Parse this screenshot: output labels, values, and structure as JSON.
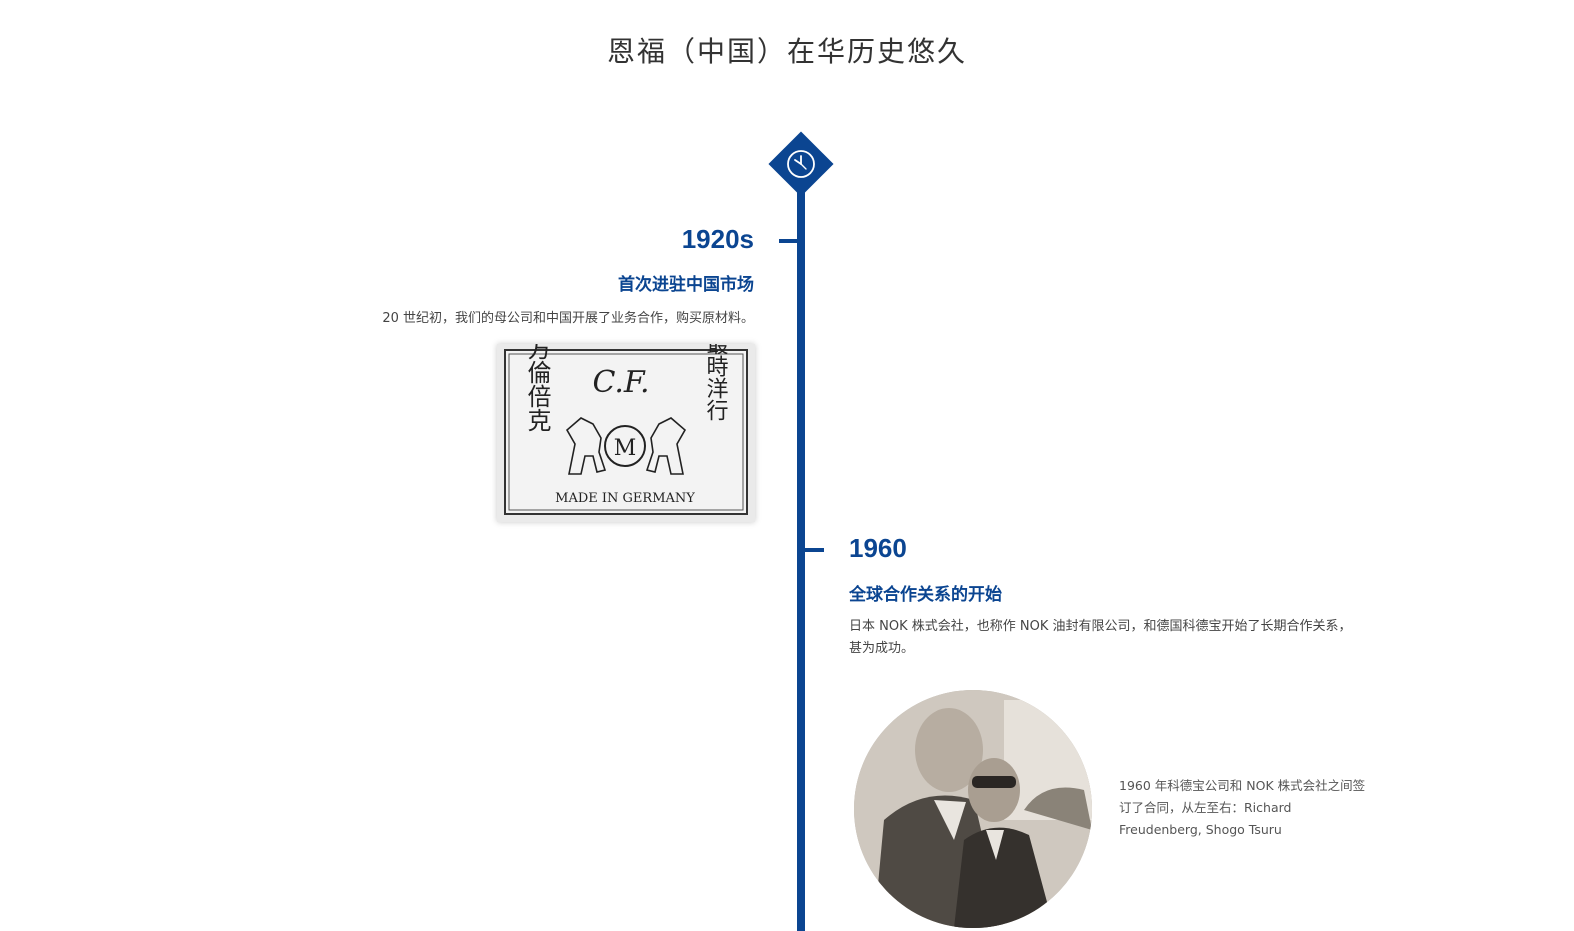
{
  "colors": {
    "brand": "#0b4591"
  },
  "page": {
    "title": "恩福（中国）在华历史悠久"
  },
  "timeline": {
    "badge_icon": "clock-icon"
  },
  "events": [
    {
      "year": "1920s",
      "heading": "首次进驻中国市场",
      "body": "20 世纪初，我们的母公司和中国开展了业务合作，购买原材料。",
      "image": {
        "left_text": "方倫倍克",
        "right_text": "美最時洋行",
        "monogram": "C.F.",
        "center_letter": "M",
        "made_in": "MADE IN GERMANY"
      }
    },
    {
      "year": "1960",
      "heading": "全球合作关系的开始",
      "body": "日本 NOK 株式会社，也称作 NOK 油封有限公司，和德国科德宝开始了长期合作关系，甚为成功。",
      "photo_caption": "1960 年科德宝公司和 NOK 株式会社之间签订了合同，从左至右：Richard Freudenberg, Shogo Tsuru"
    }
  ]
}
